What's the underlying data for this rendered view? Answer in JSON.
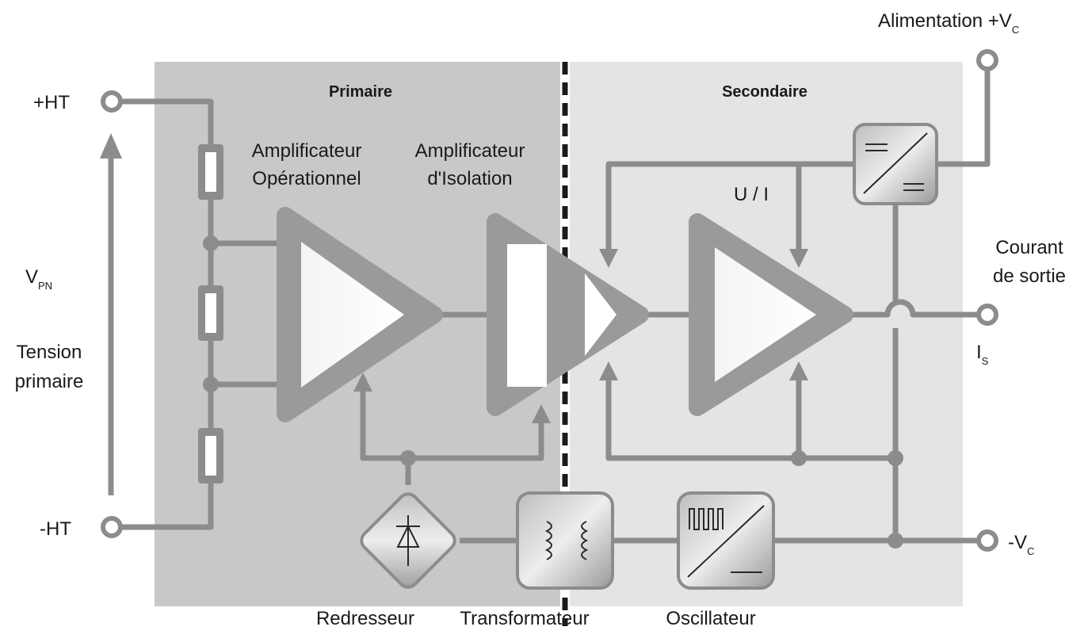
{
  "regions": {
    "primary": "Primaire",
    "secondary": "Secondaire"
  },
  "terminals": {
    "hv_plus": "+HT",
    "hv_minus": "-HT",
    "supply_prefix": "Alimentation +V",
    "supply_sub": "C",
    "neg_supply_prefix": "-V",
    "neg_supply_sub": "C",
    "output_main": "I",
    "output_sub": "S"
  },
  "voltage": {
    "symbol": "V",
    "symbol_sub": "PN",
    "caption_line1": "Tension",
    "caption_line2": "primaire"
  },
  "blocks": {
    "opamp_line1": "Amplificateur",
    "opamp_line2": "Opérationnel",
    "isoamp_line1": "Amplificateur",
    "isoamp_line2": "d'Isolation",
    "ui_converter": "U / I",
    "output_line1": "Courant",
    "output_line2": "de sortie",
    "rectifier": "Redresseur",
    "transformer": "Transformateur",
    "oscillator": "Oscillateur"
  },
  "colors": {
    "primary_region": "#c8c8c8",
    "secondary_region": "#e4e4e4",
    "wire": "#8c8c8c",
    "block": "#9a9a9a",
    "block_highlight": "#ffffff"
  }
}
